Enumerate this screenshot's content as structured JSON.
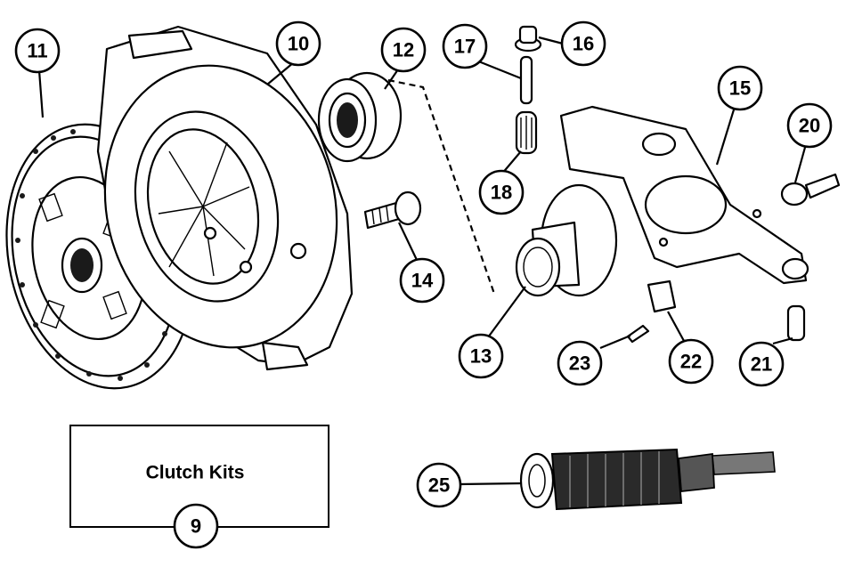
{
  "callouts": [
    {
      "id": "11",
      "label": "11"
    },
    {
      "id": "10",
      "label": "10"
    },
    {
      "id": "12",
      "label": "12"
    },
    {
      "id": "17",
      "label": "17"
    },
    {
      "id": "16",
      "label": "16"
    },
    {
      "id": "15",
      "label": "15"
    },
    {
      "id": "20",
      "label": "20"
    },
    {
      "id": "18",
      "label": "18"
    },
    {
      "id": "14",
      "label": "14"
    },
    {
      "id": "13",
      "label": "13"
    },
    {
      "id": "23",
      "label": "23"
    },
    {
      "id": "22",
      "label": "22"
    },
    {
      "id": "21",
      "label": "21"
    },
    {
      "id": "9",
      "label": "9"
    },
    {
      "id": "25",
      "label": "25"
    }
  ],
  "kits_box": {
    "label": "Clutch Kits"
  },
  "colors": {
    "ink": "#000000",
    "paper": "#ffffff"
  }
}
